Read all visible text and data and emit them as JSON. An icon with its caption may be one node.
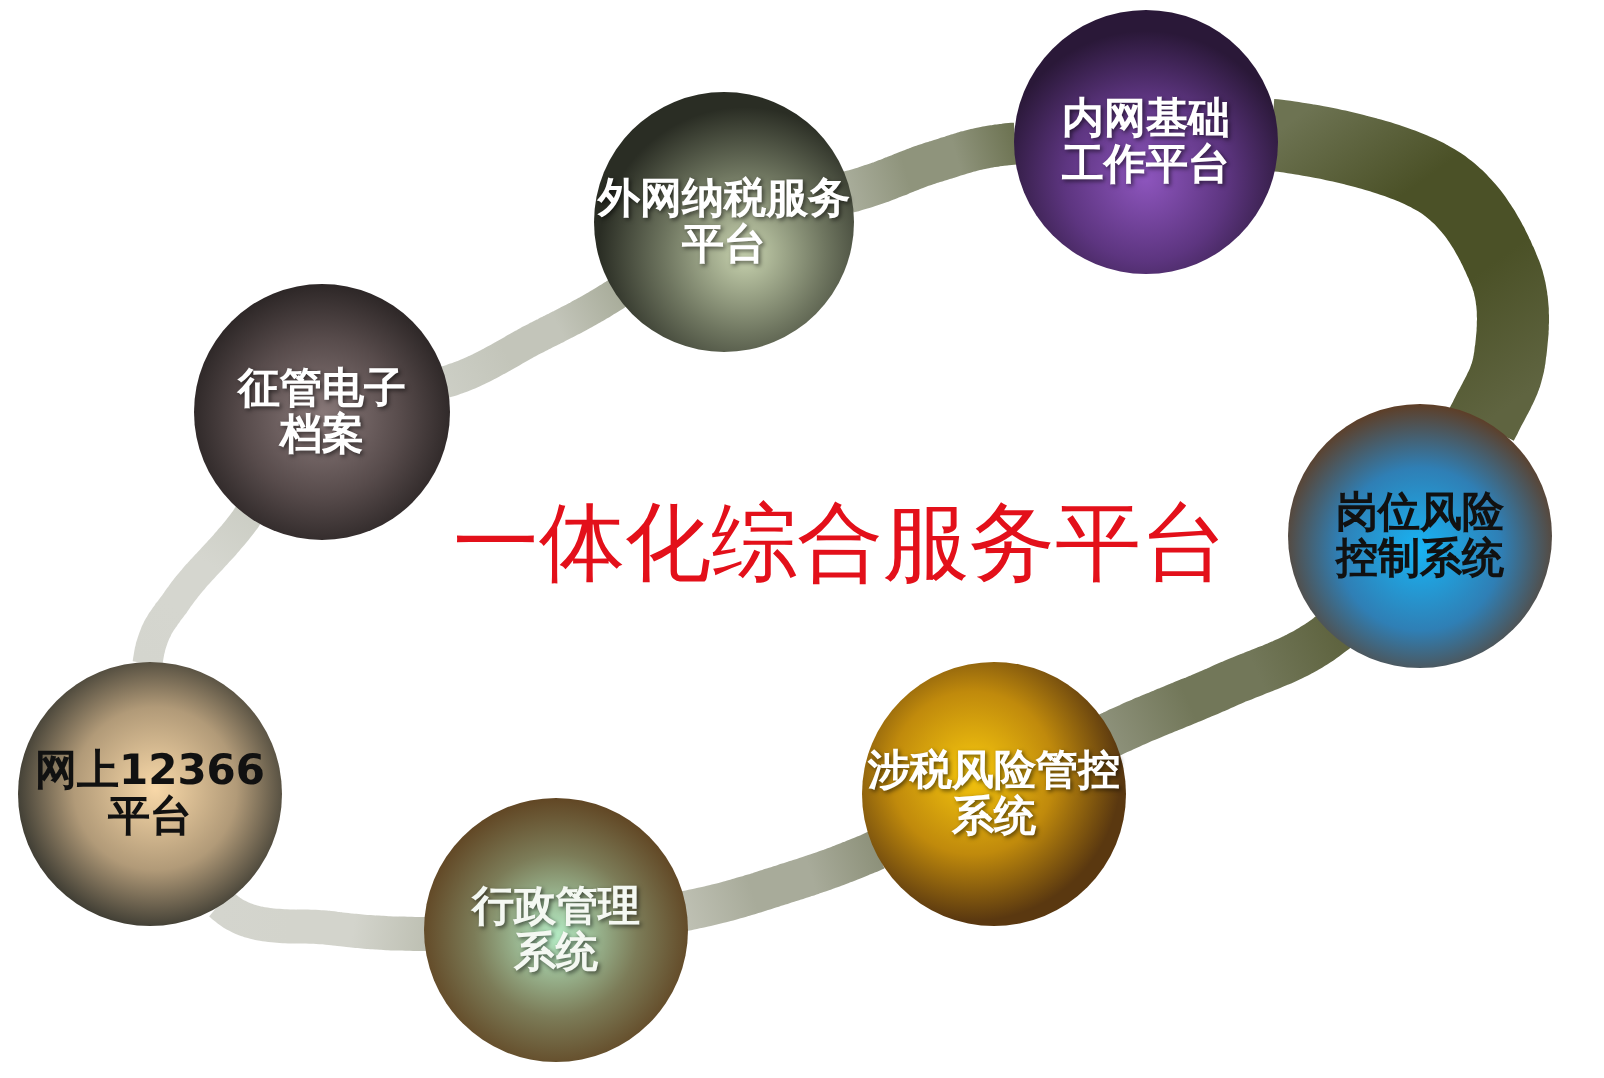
{
  "diagram": {
    "title": "一体化综合服务平台",
    "nodes": [
      {
        "text": [
          "内网基础工作平台"
        ]
      },
      {
        "text": [
          "外网纳税服务平台"
        ]
      },
      {
        "text": [
          "征管电子档案"
        ]
      },
      {
        "text": [
          "岗位风险控制系统"
        ]
      },
      {
        "text": [
          "网上12366平台"
        ]
      },
      {
        "text": [
          "涉税风险管控系统"
        ]
      },
      {
        "text": [
          "行政管理系统"
        ]
      }
    ],
    "edges": [
      {
        "from": 4,
        "to": 2,
        "arrow": "none",
        "color": "#d5d6cf"
      },
      {
        "from": 2,
        "to": 1,
        "arrow": "none",
        "color": "#c3c5ba"
      },
      {
        "from": 1,
        "to": 0,
        "arrow": "none",
        "color": "#8f947c"
      },
      {
        "from": 0,
        "to": 3,
        "arrow": "none",
        "color": "#4b5127"
      },
      {
        "from": 3,
        "to": 5,
        "arrow": "none",
        "color": "#727759"
      },
      {
        "from": 5,
        "to": 6,
        "arrow": "none",
        "color": "#a8ab9a"
      },
      {
        "from": 6,
        "to": 4,
        "arrow": "none",
        "color": "#d3d4cc"
      }
    ]
  }
}
